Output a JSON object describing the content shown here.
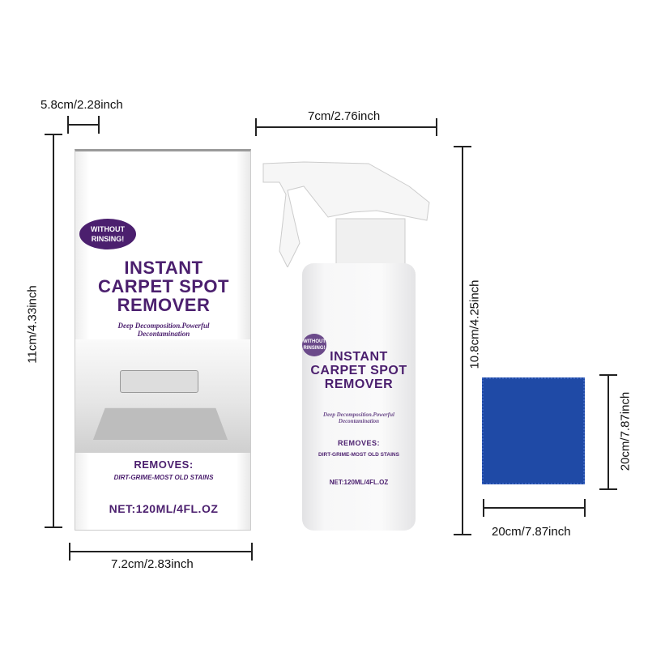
{
  "dimensions": {
    "box_depth": "5.8cm/2.28inch",
    "box_height": "11cm/4.33inch",
    "box_width": "7.2cm/2.83inch",
    "bottle_width": "7cm/2.76inch",
    "bottle_height": "10.8cm/4.25inch",
    "cloth_height": "20cm/7.87inch",
    "cloth_width": "20cm/7.87inch"
  },
  "product": {
    "badge_line1": "WITHOUT",
    "badge_line2": "RINSING!",
    "title_line1": "INSTANT",
    "title_line2": "CARPET SPOT",
    "title_line3": "REMOVER",
    "tagline_line1": "Deep Decomposition.Powerful",
    "tagline_line2": "Decontamination",
    "removes_label": "REMOVES:",
    "removes_items": "DIRT-GRIME-MOST OLD STAINS",
    "net": "NET:120ML/4FL.OZ"
  },
  "colors": {
    "brand_purple": "#4b1f6e",
    "cloth_blue": "#1f4aa6"
  }
}
